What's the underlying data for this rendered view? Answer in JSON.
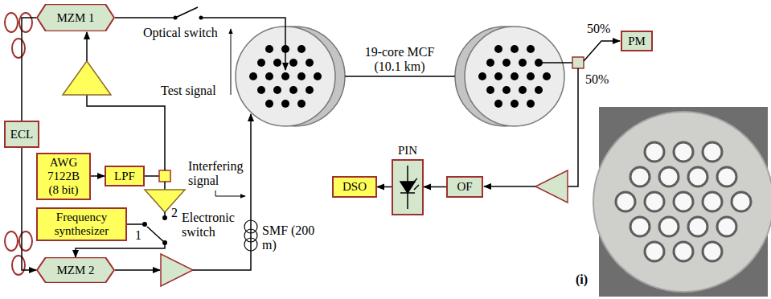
{
  "diagram": {
    "nodes": [
      {
        "text": [
          "MZM 1"
        ]
      },
      {
        "text": [
          "ECL"
        ]
      },
      {
        "text": [
          "AWG 7122B (8 bit)"
        ]
      },
      {
        "text": [
          "LPF"
        ]
      },
      {
        "text": [
          "Frequency synthesizer"
        ]
      },
      {
        "text": [
          "MZM 2"
        ]
      },
      {
        "text": [
          "PM"
        ]
      },
      {
        "text": [
          "PIN"
        ]
      },
      {
        "text": [
          "DSO"
        ]
      },
      {
        "text": [
          "OF"
        ]
      }
    ],
    "edges": [
      {
        "from": 1,
        "to": 0,
        "arrow": "none"
      },
      {
        "from": 1,
        "to": 5,
        "arrow": "to"
      },
      {
        "from": 2,
        "to": 3,
        "arrow": "to"
      },
      {
        "from": 9,
        "to": 7,
        "arrow": "to"
      },
      {
        "from": 7,
        "to": 8,
        "arrow": "to"
      }
    ],
    "labels": [
      "Optical switch",
      "Test signal",
      "19-core MCF (10.1 km)",
      "50%",
      "50%",
      "Interfering signal",
      "2",
      "1",
      "Electronic switch",
      "SMF (200 m)",
      "(i)"
    ]
  }
}
